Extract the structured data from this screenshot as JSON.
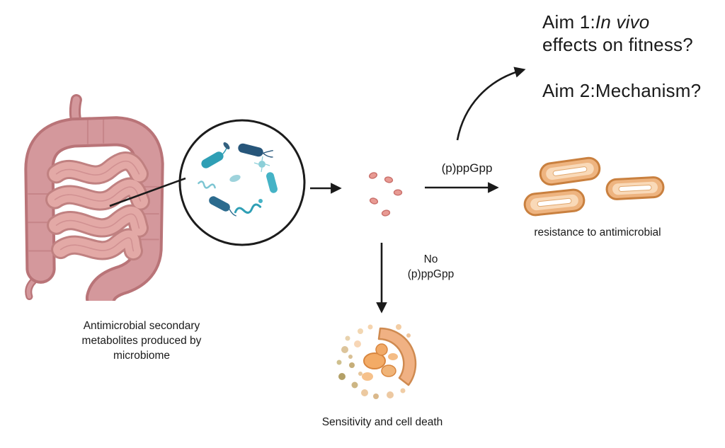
{
  "aims": {
    "aim1_prefix": "Aim 1:",
    "aim1_emphasis": "In vivo",
    "aim1_line2": "effects on fitness?",
    "aim2": "Aim 2:Mechanism?"
  },
  "pathway": {
    "ppgpp_label": "(p)ppGpp",
    "no_ppgpp": [
      "No",
      "(p)ppGpp"
    ],
    "resistance_caption": "resistance to antimicrobial",
    "sensitivity_caption": "Sensitivity and cell death"
  },
  "source": {
    "caption_lines": [
      "Antimicrobial secondary",
      "metabolites produced by",
      "microbiome"
    ]
  },
  "colors": {
    "arrow": "#1a1a1a",
    "intestine": "#d4989c",
    "intestine_outline": "#b97478",
    "small_intestine": "#e3a9a6",
    "microbe_teal": "#2f9fb5",
    "microbe_navy": "#27567a",
    "metabolite_dot": "#e89a93",
    "bacteria_rod": "#eeb480",
    "bacteria_rod_outline": "#c9803f",
    "debris_tan": "#c6ae79"
  }
}
